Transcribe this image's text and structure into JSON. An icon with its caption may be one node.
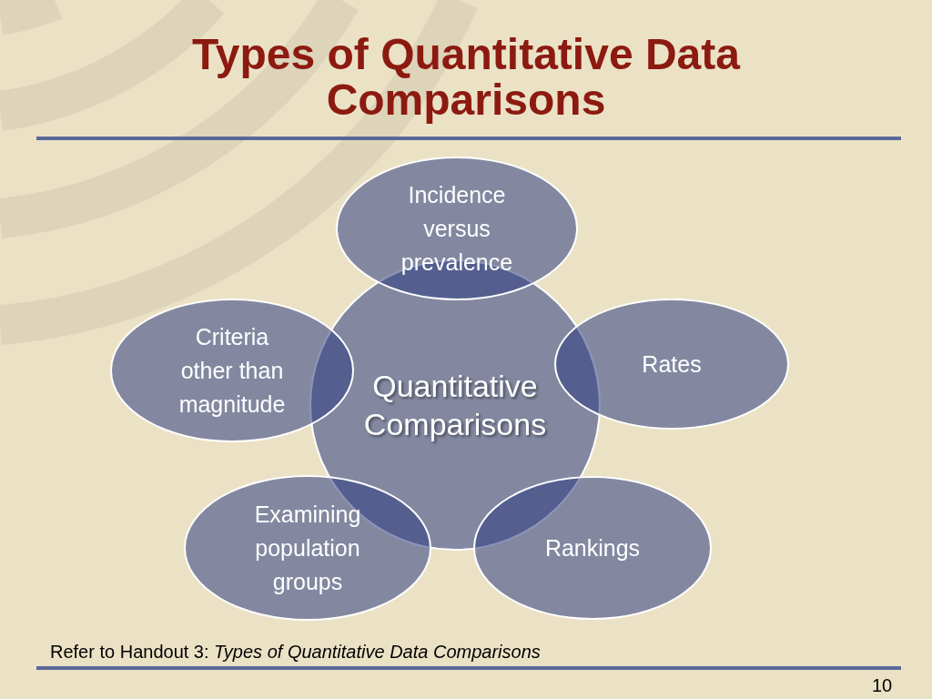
{
  "diagram": {
    "title": "Types of Quantitative Data Comparisons",
    "nodes": [
      {
        "text": [
          "Quantitative Comparisons"
        ]
      },
      {
        "text": [
          "Incidence versus prevalence"
        ]
      },
      {
        "text": [
          "Criteria other than magnitude"
        ]
      },
      {
        "text": [
          "Rates"
        ]
      },
      {
        "text": [
          "Examining population groups"
        ]
      },
      {
        "text": [
          "Rankings"
        ]
      }
    ],
    "labels": [
      "Refer to Handout 3: *Types of Quantitative Data Comparisons*",
      "10"
    ]
  }
}
